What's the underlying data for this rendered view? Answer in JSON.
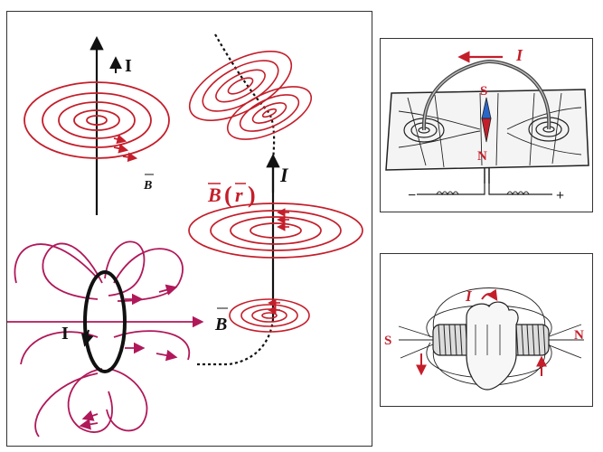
{
  "main_diagram": {
    "label_current_top": "I",
    "label_b_top": "B",
    "label_b_r": "B(r)",
    "label_b_r_arrow_b": "B",
    "label_b_r_arrow_r": "r",
    "label_current_wire": "I",
    "label_b_bottom": "B",
    "label_current_loop": "I"
  },
  "compass_panel": {
    "label_current": "I",
    "label_south": "S",
    "label_north": "N",
    "label_minus": "−",
    "label_plus": "+"
  },
  "solenoid_panel": {
    "label_current": "I",
    "label_south": "S",
    "label_north": "N"
  },
  "colors": {
    "field_red": "#c41e2a",
    "loop_magenta": "#b0185a",
    "label_red": "#c41e2a",
    "ink": "#111111"
  }
}
